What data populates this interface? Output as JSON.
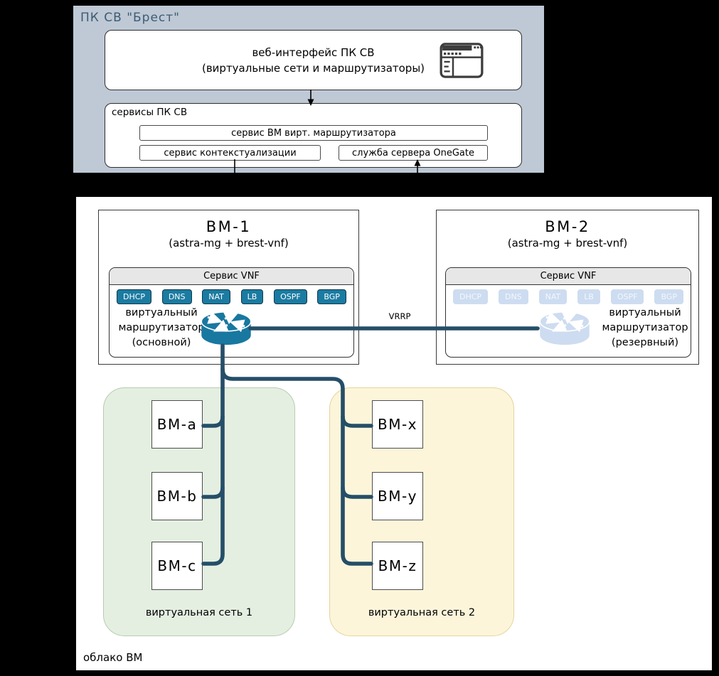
{
  "colors": {
    "page_background": "#000000",
    "brest_panel": "#bec9d5",
    "brest_title_text": "#3e5b74",
    "badge_teal": "#1b7ba1",
    "badge_faded": "#cddcf0",
    "router_teal": "#1878a0",
    "router_faded": "#cddcf0",
    "connector_line": "#254e68",
    "network1_fill": "#e4efe1",
    "network1_border": "#b6ccb1",
    "network2_fill": "#fcf5da",
    "network2_border": "#e5d49b"
  },
  "brest": {
    "title": "ПК СВ \"Брест\"",
    "web_interface": {
      "line1": "веб-интерфейс ПК СВ",
      "line2": "(виртуальные сети и маршрутизаторы)",
      "icon": "browser-window-icon"
    },
    "services": {
      "title": "сервисы ПК СВ",
      "vm_router_service": "сервис ВМ вирт. маршрутизатора",
      "contextualization_service": "сервис контекстуализации",
      "onegate_service": "служба сервера OneGate"
    }
  },
  "cloud": {
    "label": "облако ВМ",
    "vrrp_label": "VRRP",
    "vm1": {
      "title": "ВМ-1",
      "subtitle": "(astra-mg + brest-vnf)",
      "vnf_title": "Сервис VNF",
      "badges": [
        "DHCP",
        "DNS",
        "NAT",
        "LB",
        "OSPF",
        "BGP"
      ],
      "router_label": [
        "виртуальный",
        "маршрутизатор",
        "(основной)"
      ],
      "router_icon": "router-icon"
    },
    "vm2": {
      "title": "ВМ-2",
      "subtitle": "(astra-mg + brest-vnf)",
      "vnf_title": "Сервис VNF",
      "badges": [
        "DHCP",
        "DNS",
        "NAT",
        "LB",
        "OSPF",
        "BGP"
      ],
      "router_label": [
        "виртуальный",
        "маршрутизатор",
        "(резервный)"
      ],
      "router_icon": "router-icon"
    },
    "network1": {
      "label": "виртуальная сеть 1",
      "vms": [
        "ВМ-a",
        "ВМ-b",
        "ВМ-c"
      ]
    },
    "network2": {
      "label": "виртуальная сеть 2",
      "vms": [
        "ВМ-x",
        "ВМ-y",
        "ВМ-z"
      ]
    }
  }
}
